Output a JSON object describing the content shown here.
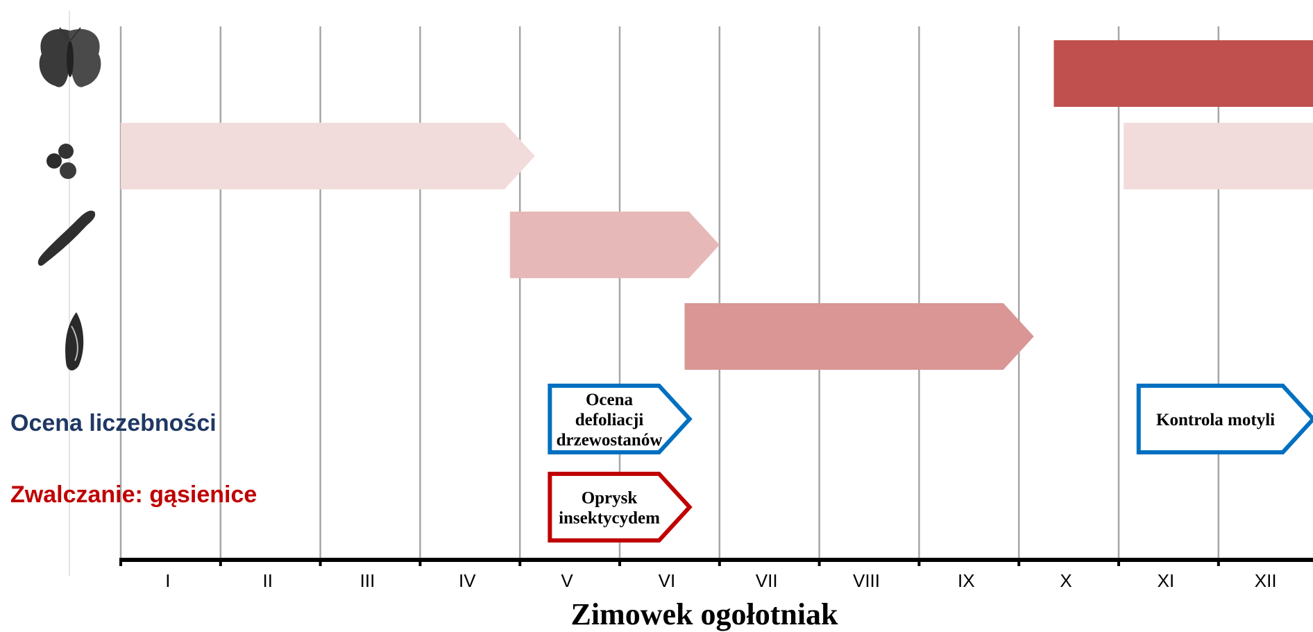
{
  "chart_data": {
    "type": "gantt",
    "title": "Zimowek ogołotniak",
    "months": [
      "I",
      "II",
      "III",
      "IV",
      "V",
      "VI",
      "VII",
      "VIII",
      "IX",
      "X",
      "XI",
      "XII"
    ],
    "stage_icons": [
      "moth-icon",
      "eggs-icon",
      "caterpillar-icon",
      "pupa-icon"
    ],
    "stage_bars": [
      {
        "stage": 0,
        "start": 9.35,
        "end": 12.3,
        "color": "#c0504d"
      },
      {
        "stage": 1,
        "start": 0.0,
        "end": 4.15,
        "color": "#f2dcdb"
      },
      {
        "stage": 1,
        "start": 10.05,
        "end": 13.2,
        "color": "#f2dcdb"
      },
      {
        "stage": 2,
        "start": 3.9,
        "end": 6.0,
        "color": "#e6b9b8"
      },
      {
        "stage": 3,
        "start": 5.65,
        "end": 9.15,
        "color": "#d99694"
      }
    ],
    "activity_rows": [
      {
        "label": "Ocena liczebności",
        "color": "#1f3864"
      },
      {
        "label": "Zwalczanie: gąsienice",
        "color": "#c00000"
      }
    ],
    "activity_boxes": [
      {
        "row": 0,
        "start": 4.3,
        "end": 5.7,
        "lines": [
          "Ocena",
          "defoliacji",
          "drzewostanów"
        ],
        "border": "#0070c0"
      },
      {
        "row": 0,
        "start": 10.2,
        "end": 11.95,
        "lines": [
          "Kontrola motyli"
        ],
        "border": "#0070c0"
      },
      {
        "row": 1,
        "start": 4.3,
        "end": 5.7,
        "lines": [
          "Oprysk",
          "insektycydem"
        ],
        "border": "#c00000"
      }
    ]
  }
}
